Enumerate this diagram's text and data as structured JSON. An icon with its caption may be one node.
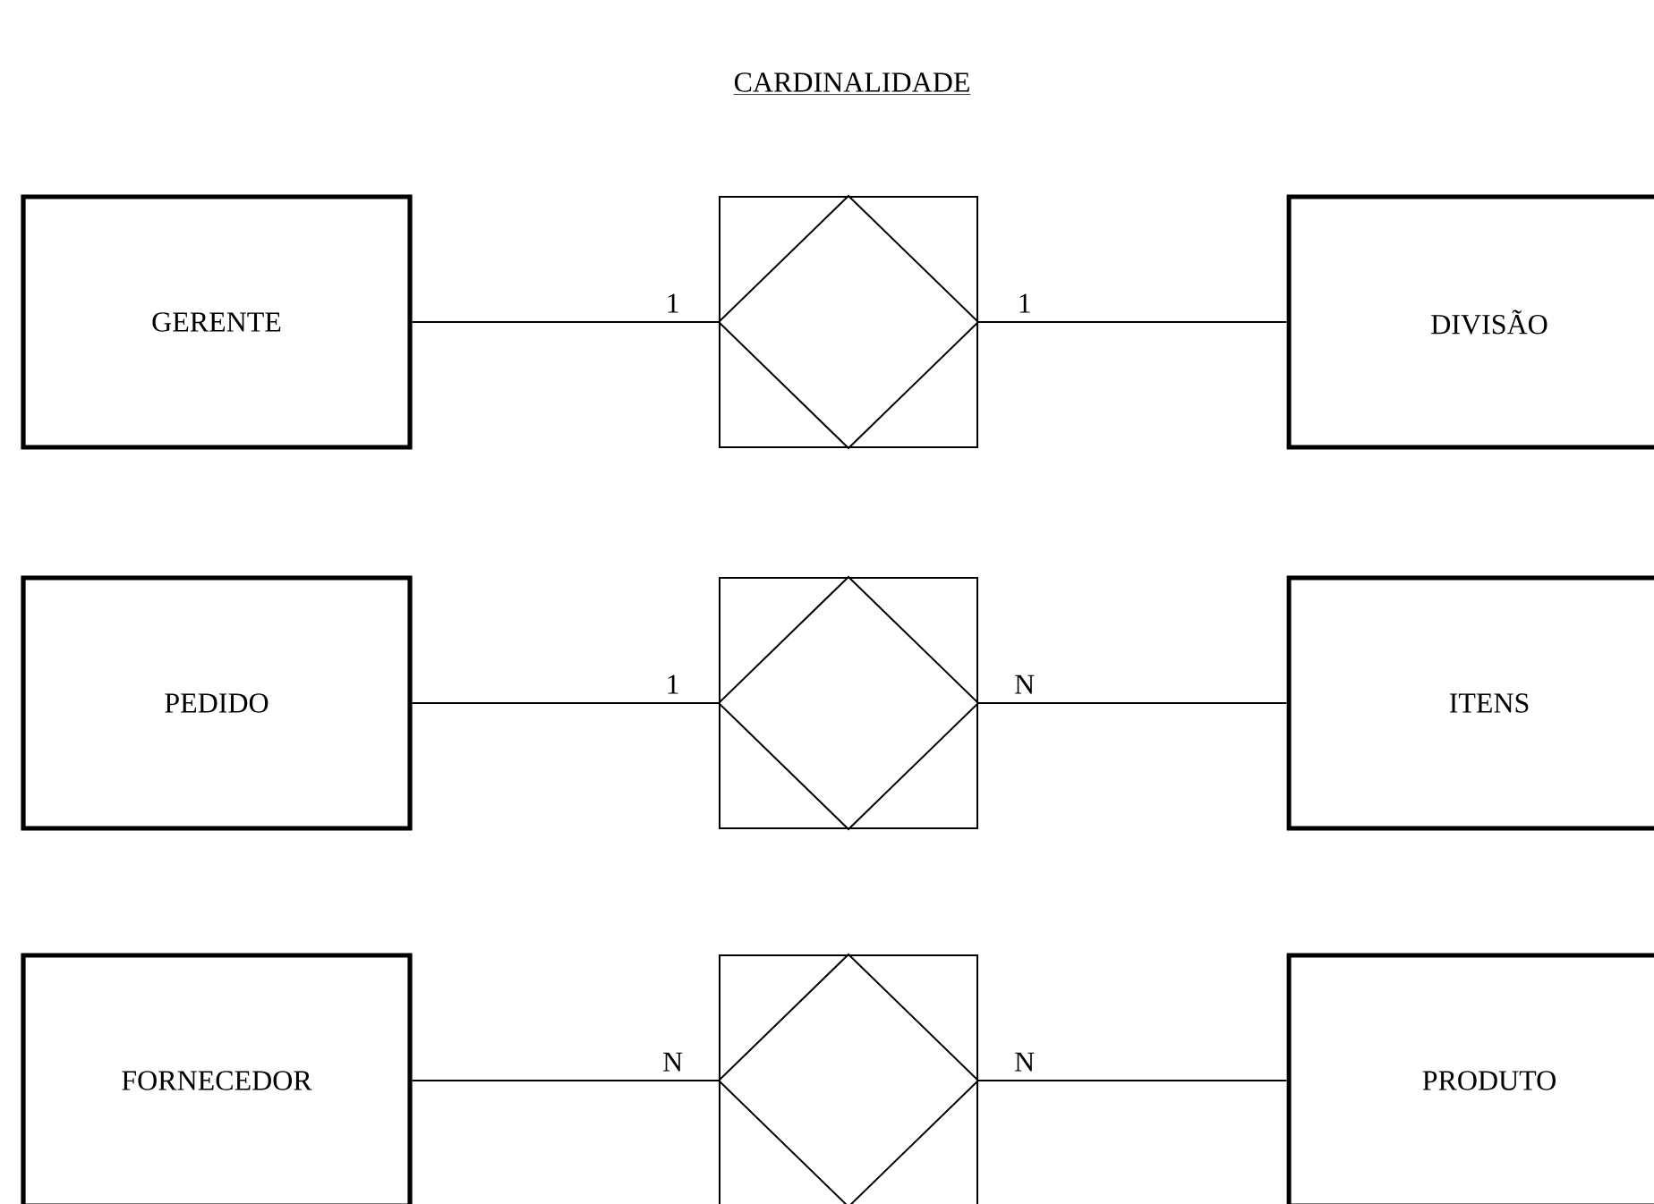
{
  "diagram": {
    "title": "CARDINALIDADE",
    "nodes": [
      {
        "text": [
          "GERENTE"
        ]
      },
      {
        "text": [],
        "shape": "diamond"
      },
      {
        "text": [
          "DIVISÃO"
        ]
      },
      {
        "text": [
          "PEDIDO"
        ]
      },
      {
        "text": [],
        "shape": "diamond"
      },
      {
        "text": [
          "ITENS"
        ]
      },
      {
        "text": [
          "FORNECEDOR"
        ]
      },
      {
        "text": [],
        "shape": "diamond"
      },
      {
        "text": [
          "PRODUTO"
        ]
      }
    ],
    "edges": [
      {
        "from": 0,
        "to": 1,
        "arrow": "none",
        "label": "1"
      },
      {
        "from": 1,
        "to": 2,
        "arrow": "none",
        "label": "1"
      },
      {
        "from": 3,
        "to": 4,
        "arrow": "none",
        "label": "1"
      },
      {
        "from": 4,
        "to": 5,
        "arrow": "none",
        "label": "N"
      },
      {
        "from": 6,
        "to": 7,
        "arrow": "none",
        "label": "N"
      },
      {
        "from": 7,
        "to": 8,
        "arrow": "none",
        "label": "N"
      }
    ]
  }
}
